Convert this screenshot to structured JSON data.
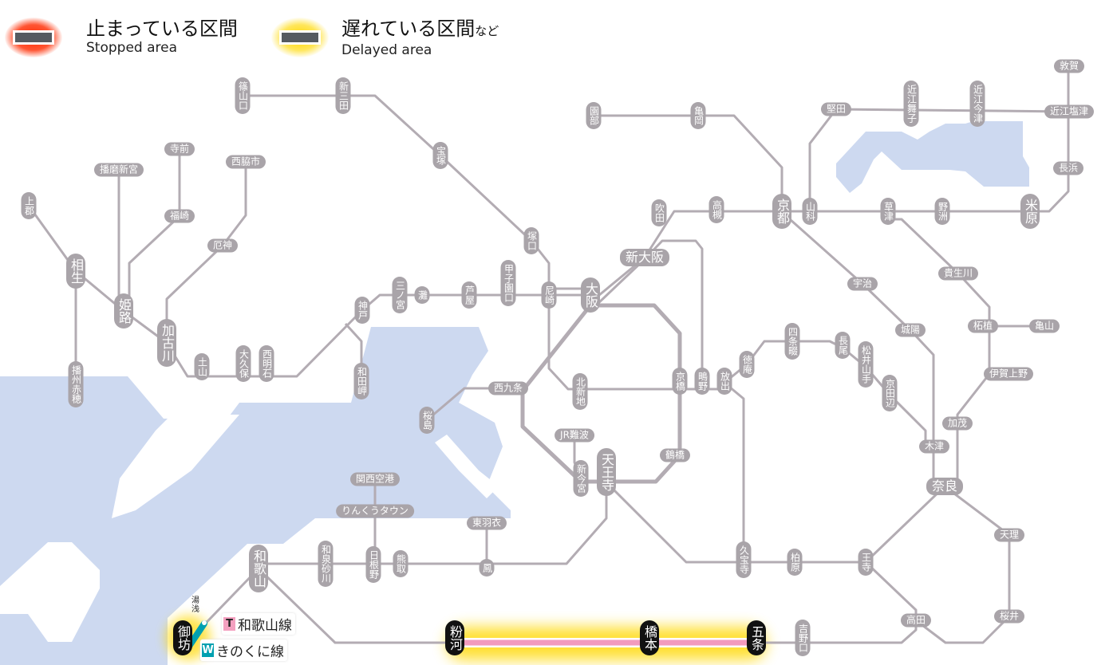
{
  "legend": {
    "stopped": {
      "jp": "止まっている区間",
      "en": "Stopped area"
    },
    "delayed": {
      "jp": "遅れている区間",
      "jp_suffix": "など",
      "en": "Delayed area"
    }
  },
  "colors": {
    "track": "#b3acb3",
    "pill": "#a9a4a9",
    "water": "#cdd9f0",
    "stopped": "#ff3300",
    "delayed": "#ffd800",
    "delayed_line": "#f29bbd",
    "line_wakayama": "#f4a0c0",
    "line_kinokuni": "#00a0b0"
  },
  "line_tags": {
    "wakayama": {
      "code": "T",
      "name": "和歌山線"
    },
    "kinokuni": {
      "code": "W",
      "name": "きのくに線"
    }
  },
  "small_label": {
    "yuasa": "湯浅"
  },
  "stations": {
    "sasayamaguchi": "篠山口",
    "shinsanda": "新三田",
    "takarazuka": "宝塚",
    "tsukaguchi": "塚口",
    "amagasaki": "尼崎",
    "osaka": "大阪",
    "koshienguchi": "甲子園口",
    "ashiya": "芦屋",
    "nada": "灘",
    "sannomiya": "三ノ宮",
    "kobe": "神戸",
    "wadamisaki": "和田岬",
    "nishiakashi": "西明石",
    "okubo": "大久保",
    "tsuchiyama": "土山",
    "kakogawa": "加古川",
    "yakujin": "厄神",
    "nishiwakishi": "西脇市",
    "teramae": "寺前",
    "fukusaki": "福崎",
    "harimashingu": "播磨新宮",
    "himeji": "姫路",
    "kamigori": "上郡",
    "aioi": "相生",
    "banshuako": "播州赤穂",
    "sonobe": "園部",
    "kameoka": "亀岡",
    "kyoto": "京都",
    "yamashina": "山科",
    "katata": "堅田",
    "omimaiko": "近江舞子",
    "omiimazu": "近江今津",
    "tsuruga": "敦賀",
    "omishiotsu": "近江塩津",
    "nagahama": "長浜",
    "maibara": "米原",
    "yasu": "野洲",
    "kusatsu": "草津",
    "suita": "吹田",
    "takatsuki": "高槻",
    "shinosaka": "新大阪",
    "uji": "宇治",
    "kibukawa": "貴生川",
    "joyo": "城陽",
    "tsuge": "柘植",
    "kameyama": "亀山",
    "igaueno": "伊賀上野",
    "kamo": "加茂",
    "kizu": "木津",
    "nara": "奈良",
    "tenri": "天理",
    "sakurai": "桜井",
    "takada": "高田",
    "oji": "王寺",
    "kashiwara": "柏原",
    "kyuhoji": "久宝寺",
    "kyobashi": "京橋",
    "shigino": "鴫野",
    "hanaten": "放出",
    "tokuan": "徳庵",
    "shijonawate": "四条畷",
    "nagao": "長尾",
    "matsuiyamate": "松井山手",
    "kyotanabe": "京田辺",
    "tsuruhashi": "鶴橋",
    "tennoji": "天王寺",
    "shinimamiya": "新今宮",
    "jrnamba": "JR難波",
    "kitashinchi": "北新地",
    "nishikujo": "西九条",
    "sakurajima": "桜島",
    "kansaikuko": "関西空港",
    "rinku": "りんくうタウン",
    "higashihagoromo": "東羽衣",
    "otori": "鳳",
    "kumatori": "熊取",
    "hineno": "日根野",
    "izumisunagawa": "和泉砂川",
    "wakayama": "和歌山",
    "gobo": "御坊",
    "kokawa": "粉河",
    "hashimoto": "橋本",
    "gojo": "五条",
    "yoshinoguchi": "吉野口"
  },
  "status": {
    "delayed_sections": [
      {
        "from": "kokawa",
        "to": "gojo",
        "via": [
          "hashimoto"
        ],
        "line": "wakayama",
        "status": "delayed"
      }
    ],
    "stopped_sections": []
  }
}
